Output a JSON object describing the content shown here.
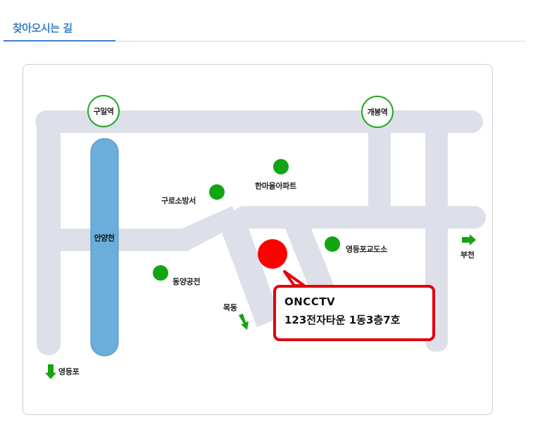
{
  "header": {
    "title": "찾아오시는 길"
  },
  "map": {
    "stations": [
      {
        "id": "guil",
        "label": "구일역"
      },
      {
        "id": "gaebong",
        "label": "개봉역"
      }
    ],
    "river": {
      "label": "안양천"
    },
    "landmarks": [
      {
        "id": "hanmaeul",
        "label": "한마을아파트"
      },
      {
        "id": "gurosobangseo",
        "label": "구로소방서"
      },
      {
        "id": "yeongdeungpo-library",
        "label": "영등포교도소"
      },
      {
        "id": "dongyang",
        "label": "동양공전"
      }
    ],
    "directions": [
      {
        "id": "bucheon",
        "label": "부천",
        "arrow": "right"
      },
      {
        "id": "mokdong",
        "label": "목동",
        "arrow": "down-right"
      },
      {
        "id": "yeongdeungpo",
        "label": "영등포",
        "arrow": "down"
      }
    ],
    "destination": {
      "name": "ONCCTV",
      "address": "123전자타운 1동3층7호"
    },
    "colors": {
      "road": "#dde0e9",
      "river": "#6aaedc",
      "landmark": "#12a512",
      "station_border": "#1fa820",
      "destination": "#ff0000",
      "callout_border": "#e3000f",
      "arrow": "#12a512",
      "title": "#3d7fc6"
    }
  }
}
